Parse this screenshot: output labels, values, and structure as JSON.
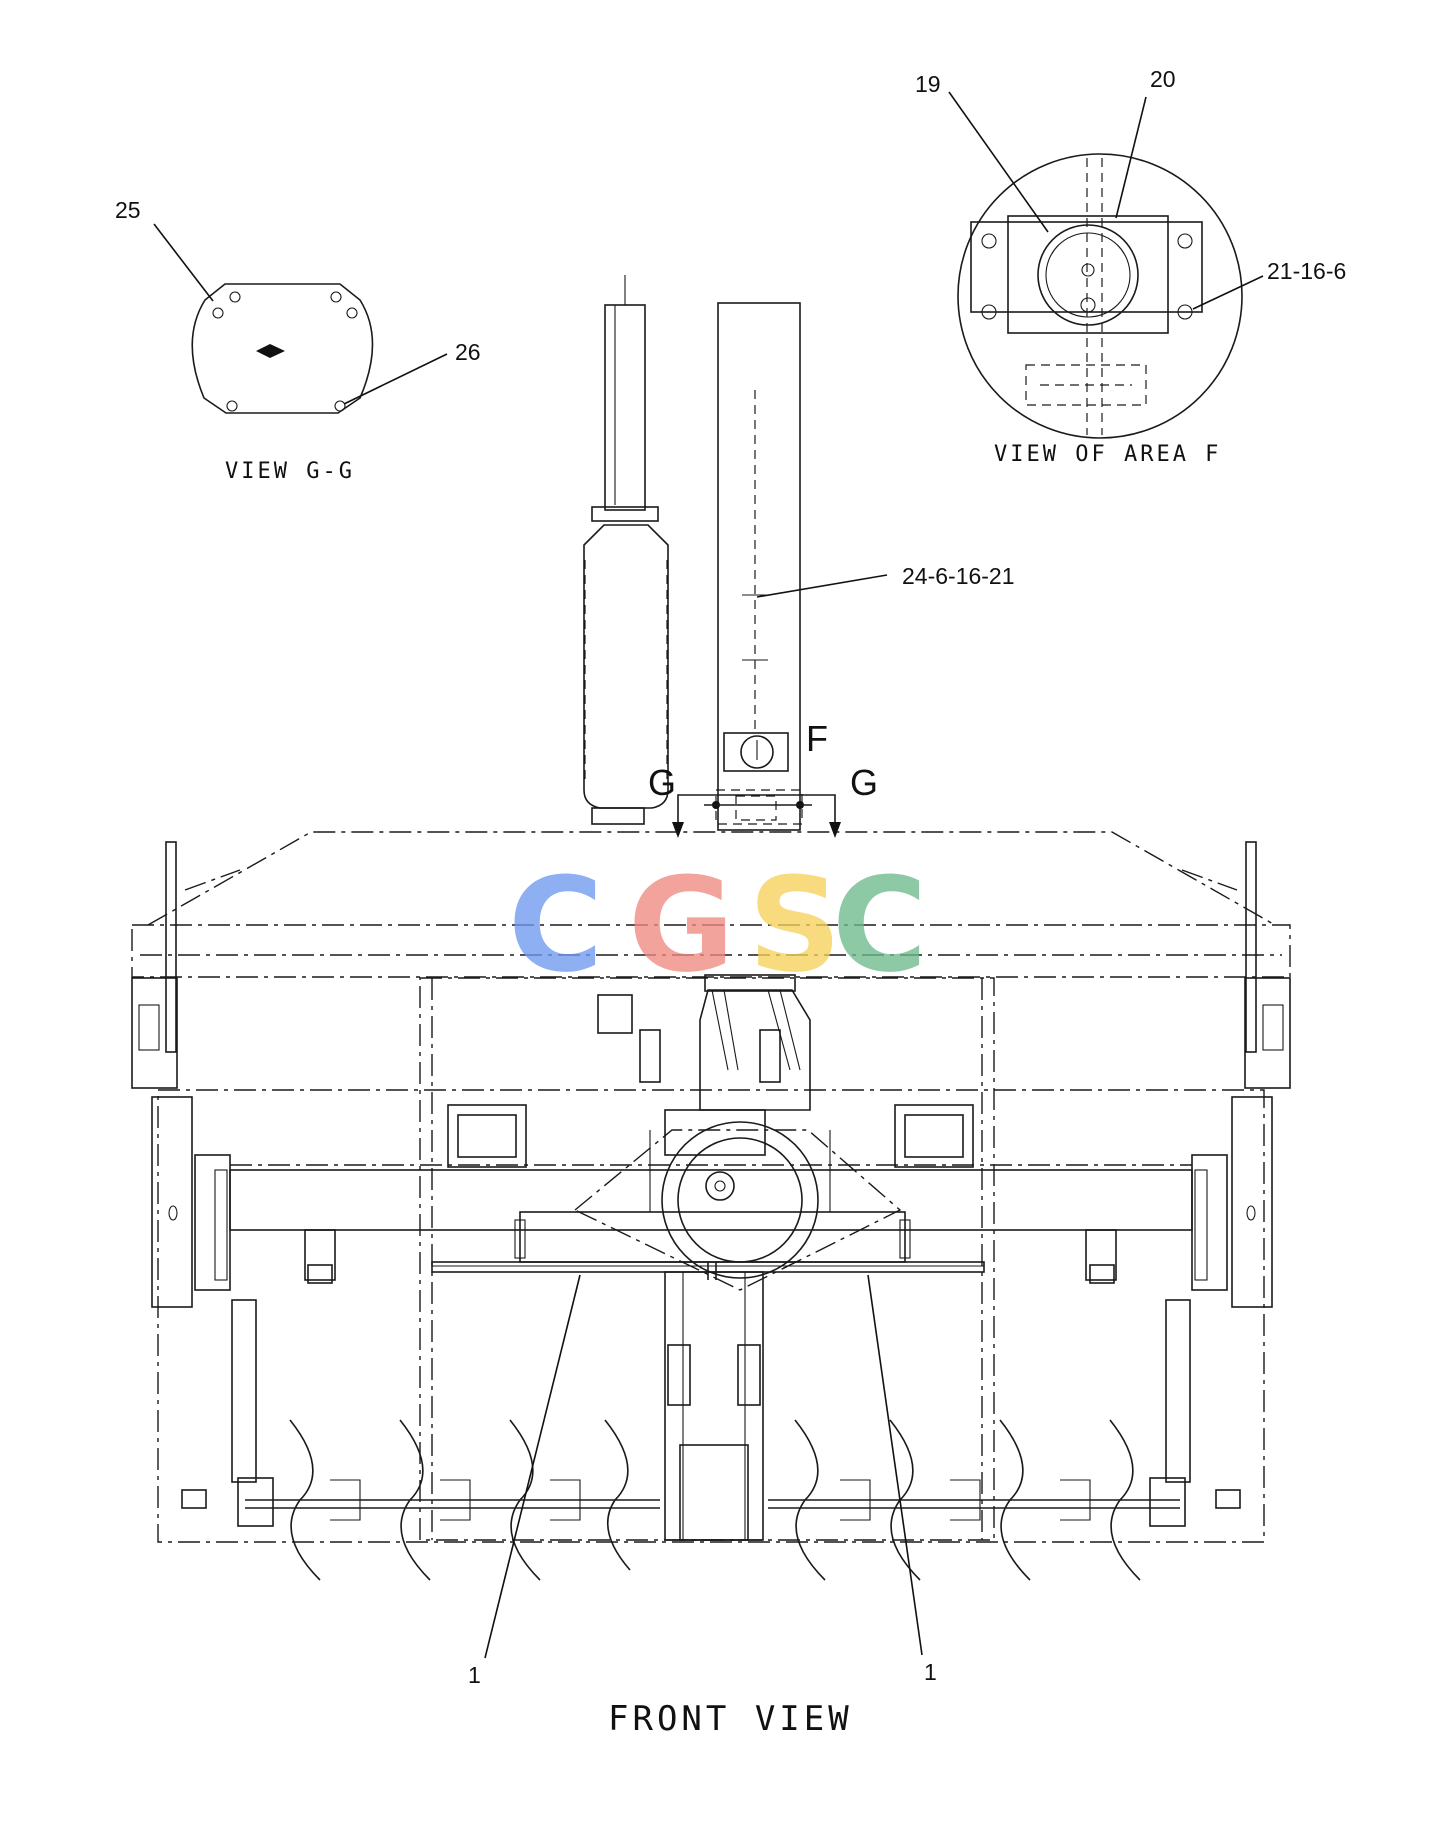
{
  "callouts": {
    "c25": "25",
    "c26": "26",
    "c19": "19",
    "c20": "20",
    "c21": "21-16-6",
    "c24": "24-6-16-21",
    "c1_left": "1",
    "c1_right": "1"
  },
  "section_marks": {
    "f": "F",
    "g_left": "G",
    "g_right": "G"
  },
  "view_labels": {
    "view_gg": "VIEW G-G",
    "view_area_f": "VIEW OF AREA F",
    "front_view": "FRONT VIEW"
  },
  "watermark": {
    "letters": [
      "C",
      "G",
      "S",
      "C"
    ],
    "colors": [
      "#6f9bf0",
      "#ef8a80",
      "#f6d15a",
      "#6fba8c"
    ]
  }
}
